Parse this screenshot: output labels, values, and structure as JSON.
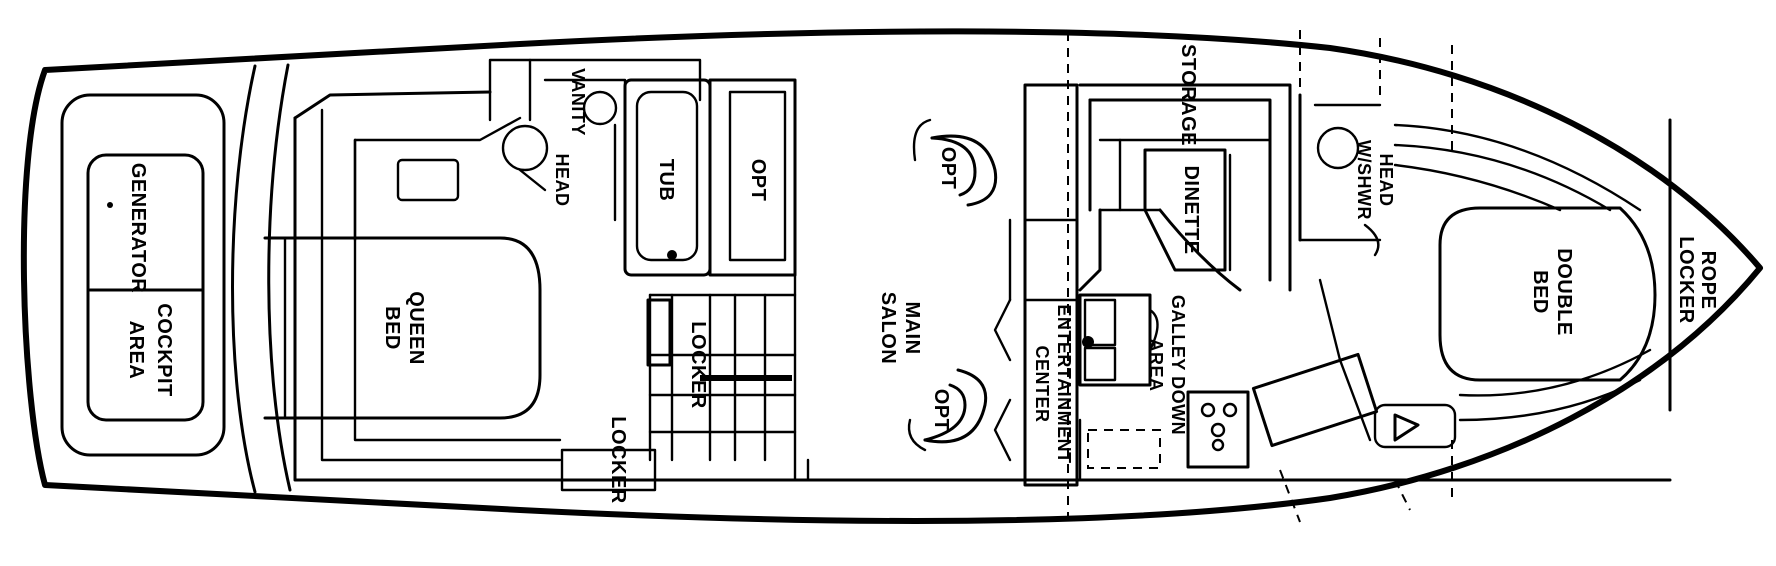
{
  "labels": {
    "generator": "GENERATOR",
    "cockpit_line1": "COCKPIT",
    "cockpit_line2": "AREA",
    "queen_line1": "QUEEN",
    "queen_line2": "BED",
    "vanity": "VANITY",
    "aft_head": "HEAD",
    "tub": "TUB",
    "opt_cabinet": "OPT",
    "center_locker": "LOCKER",
    "lower_locker": "LOCKER",
    "salon_line1": "MAIN",
    "salon_line2": "SALON",
    "salon_chair_upper": "OPT",
    "salon_chair_lower": "OPT",
    "entertainment_line1": "ENTERTAINMENT",
    "entertainment_line2": "CENTER",
    "storage": "STORAGE",
    "dinette": "DINETTE",
    "galley_line1": "GALLEY DOWN",
    "galley_line2": "AREA",
    "fwd_head_line1": "HEAD",
    "fwd_head_line2": "W/SHWR",
    "double_line1": "DOUBLE",
    "double_line2": "BED",
    "rope_line1": "ROPE",
    "rope_line2": "LOCKER"
  }
}
